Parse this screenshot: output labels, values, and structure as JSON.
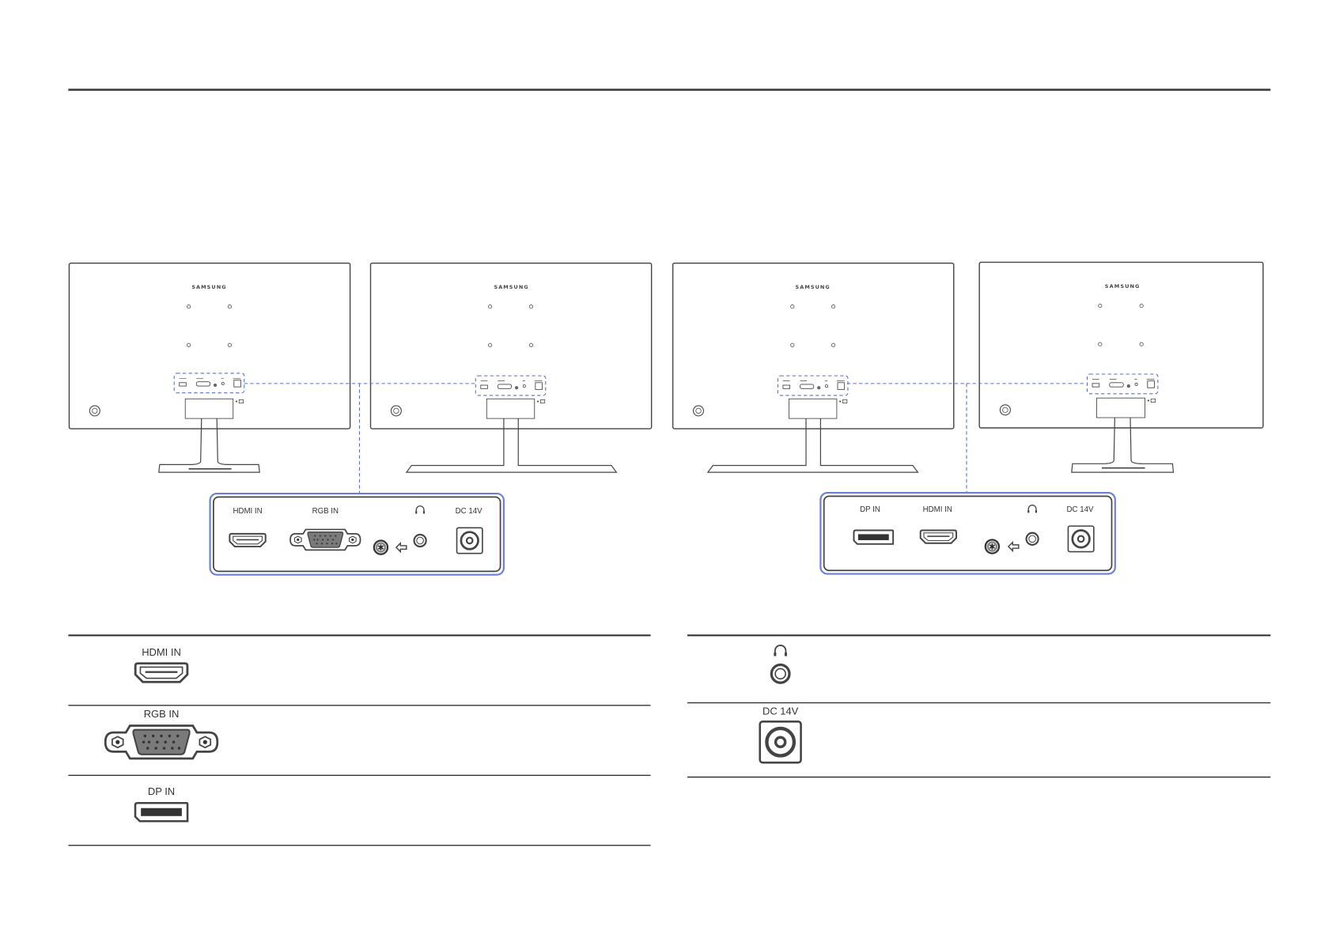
{
  "brand_logo": "SAMSUNG",
  "colors": {
    "callout_border": "#6b7fd6",
    "line": "#444444",
    "vga_body": "#7a7a7a"
  },
  "callout_left": {
    "labels": [
      "HDMI IN",
      "RGB IN",
      "DC 14V"
    ],
    "icons": [
      "hdmi-port",
      "vga-port",
      "screw",
      "arrow-left",
      "headphone-jack",
      "dc-power-jack"
    ]
  },
  "callout_right": {
    "labels": [
      "DP IN",
      "HDMI IN",
      "DC 14V"
    ],
    "icons": [
      "displayport-port",
      "hdmi-port",
      "screw",
      "arrow-left",
      "headphone-jack",
      "dc-power-jack"
    ]
  },
  "table_left": {
    "rows": [
      {
        "label": "HDMI IN",
        "icon": "hdmi-port"
      },
      {
        "label": "RGB IN",
        "icon": "vga-port"
      },
      {
        "label": "DP IN",
        "icon": "displayport-port"
      }
    ]
  },
  "table_right": {
    "rows": [
      {
        "label": "",
        "icon": "headphone-jack"
      },
      {
        "label": "DC 14V",
        "icon": "dc-power-jack"
      }
    ]
  }
}
